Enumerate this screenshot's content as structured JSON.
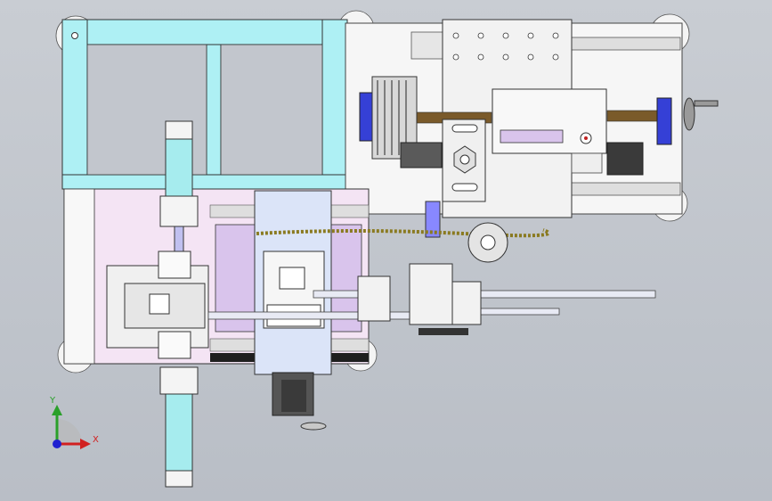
{
  "colors": {
    "background": "#c3c7cd",
    "frame_cyan": "#aef0f4",
    "plate_pink": "#f4e4f4",
    "plate_white": "#f6f6f6",
    "accent_blue": "#3540d6",
    "cylinder_cyan": "#a6ecee",
    "panel_lilac": "#d9c4ec",
    "dark": "#202020",
    "axis_x": "#d12020",
    "axis_y": "#2aa02a",
    "axis_z": "#2020d0"
  },
  "display_panel": {
    "text": "",
    "icons": [
      "red-indicator-light",
      "gauge-dial"
    ]
  },
  "axes": {
    "x_label": "X",
    "y_label": "Y"
  },
  "icons": {
    "triad": "coordinate-triad-icon",
    "handwheel": "handwheel-icon",
    "motor": "stepper-motor-icon"
  }
}
